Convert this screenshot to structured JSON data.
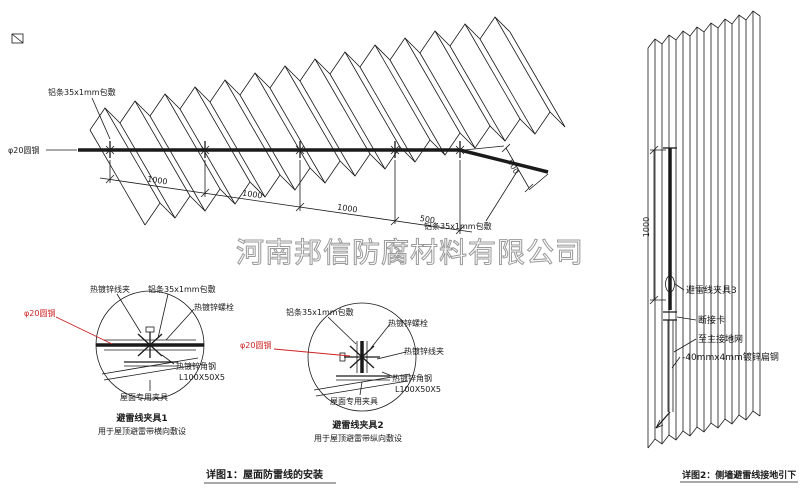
{
  "watermark": "河南邦信防腐材料有限公司",
  "colors": {
    "line": "#1a1a1a",
    "red": "#cc2222",
    "watermark": "#9a9a9a"
  },
  "roof": {
    "label_strip_top": "铝条35x1mm包敷",
    "label_strip_right": "铝条35x1mm包敷",
    "label_rod": "φ20圆钢",
    "dims": [
      "1000",
      "1000",
      "1000",
      "500"
    ],
    "dim_side": "500",
    "caption": "详图1：屋面防雷线的安装"
  },
  "detail1": {
    "label_clamp": "热镀锌线夹",
    "label_strip": "铝条35x1mm包敷",
    "label_bolt": "热镀锌螺栓",
    "label_rod": "φ20圆钢",
    "label_angle_1": "热镀锌角钢",
    "label_angle_2": "L100X50X5",
    "label_fixture": "屋面专用夹具",
    "title": "避雷线夹具1",
    "subtitle": "用于屋顶避雷带横向敷设"
  },
  "detail2": {
    "label_strip": "铝条35x1mm包敷",
    "label_bolt": "热镀锌螺栓",
    "label_rod": "φ20圆钢",
    "label_clamp": "热镀锌线夹",
    "label_angle_1": "热镀锌角钢",
    "label_angle_2": "L100X50X5",
    "label_fixture": "屋面专用夹具",
    "title": "避雷线夹具2",
    "subtitle": "用于屋顶避雷带纵向敷设"
  },
  "wall": {
    "dim": "1000",
    "label_clamp3": "避雷线夹具3",
    "label_card": "断接卡",
    "label_ground": "至主接地网",
    "label_flat": "-40mmx4mm镀锌扁钢",
    "caption": "详图2：侧墙避雷线接地引下"
  }
}
